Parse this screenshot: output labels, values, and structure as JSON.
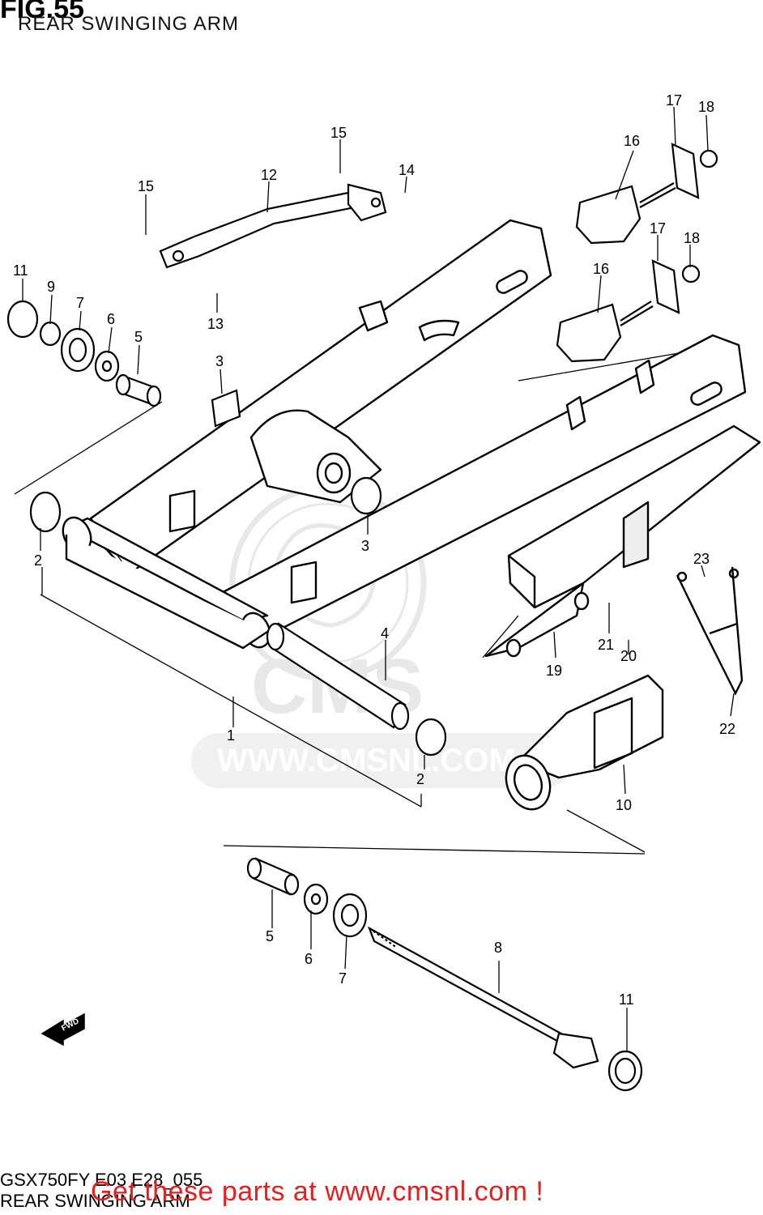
{
  "figure": {
    "number": "FIG.55",
    "title": "REAR SWINGING ARM"
  },
  "footer": {
    "model_code": "GSX750FY E03 E28_055",
    "title": "REAR SWINGING ARM",
    "call_to_action": "Get these parts at www.cmsnl.com !"
  },
  "watermark": {
    "logo_text": "CMS",
    "url": "WWW.CMSNL.COM"
  },
  "direction_marker": {
    "label": "FWD"
  },
  "callouts": [
    {
      "id": "c1",
      "label": "1"
    },
    {
      "id": "c2a",
      "label": "2"
    },
    {
      "id": "c2b",
      "label": "2"
    },
    {
      "id": "c3a",
      "label": "3"
    },
    {
      "id": "c3b",
      "label": "3"
    },
    {
      "id": "c4",
      "label": "4"
    },
    {
      "id": "c5a",
      "label": "5"
    },
    {
      "id": "c5b",
      "label": "5"
    },
    {
      "id": "c6a",
      "label": "6"
    },
    {
      "id": "c6b",
      "label": "6"
    },
    {
      "id": "c7a",
      "label": "7"
    },
    {
      "id": "c7b",
      "label": "7"
    },
    {
      "id": "c8",
      "label": "8"
    },
    {
      "id": "c9",
      "label": "9"
    },
    {
      "id": "c10",
      "label": "10"
    },
    {
      "id": "c11a",
      "label": "11"
    },
    {
      "id": "c11b",
      "label": "11"
    },
    {
      "id": "c12",
      "label": "12"
    },
    {
      "id": "c13",
      "label": "13"
    },
    {
      "id": "c14",
      "label": "14"
    },
    {
      "id": "c15a",
      "label": "15"
    },
    {
      "id": "c15b",
      "label": "15"
    },
    {
      "id": "c16a",
      "label": "16"
    },
    {
      "id": "c16b",
      "label": "16"
    },
    {
      "id": "c17a",
      "label": "17"
    },
    {
      "id": "c17b",
      "label": "17"
    },
    {
      "id": "c18a",
      "label": "18"
    },
    {
      "id": "c18b",
      "label": "18"
    },
    {
      "id": "c19",
      "label": "19"
    },
    {
      "id": "c20",
      "label": "20"
    },
    {
      "id": "c21",
      "label": "21"
    },
    {
      "id": "c22",
      "label": "22"
    },
    {
      "id": "c23",
      "label": "23"
    }
  ]
}
